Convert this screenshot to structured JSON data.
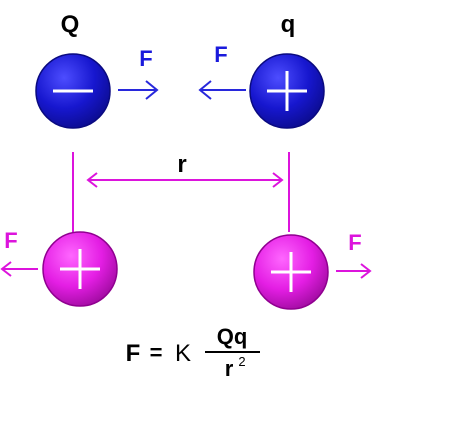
{
  "charges": {
    "top_left_label": "Q",
    "top_right_label": "q",
    "top_left_sign": "minus",
    "top_right_sign": "plus",
    "bottom_left_sign": "plus",
    "bottom_right_sign": "plus"
  },
  "forces": {
    "top_left_label": "F",
    "top_right_label": "F",
    "bottom_left_label": "F",
    "bottom_right_label": "F"
  },
  "distance": {
    "label": "r"
  },
  "formula": {
    "lhs": "F",
    "equals": "=",
    "constant": "K",
    "numerator": "Qq",
    "denominator_base": "r",
    "denominator_exponent": "2"
  },
  "colors": {
    "blue_charge": "#1414c8",
    "magenta_charge": "#e61ee6",
    "blue_arrow": "#2828dc",
    "magenta_arrow": "#dc14dc",
    "text_dark": "#000000",
    "text_blue": "#1a1adc",
    "text_magenta": "#dc14dc",
    "sign_white": "#ffffff"
  }
}
